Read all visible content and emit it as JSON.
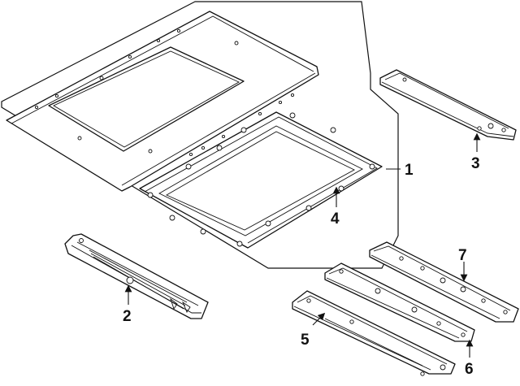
{
  "diagram": {
    "callouts": [
      {
        "id": "roof-panel-group",
        "label": "1"
      },
      {
        "id": "windshield-header",
        "label": "2"
      },
      {
        "id": "rear-header",
        "label": "3"
      },
      {
        "id": "sunroof-frame",
        "label": "4"
      },
      {
        "id": "front-roof-bow",
        "label": "5"
      },
      {
        "id": "center-roof-bow",
        "label": "6"
      },
      {
        "id": "rear-roof-bow",
        "label": "7"
      }
    ]
  }
}
